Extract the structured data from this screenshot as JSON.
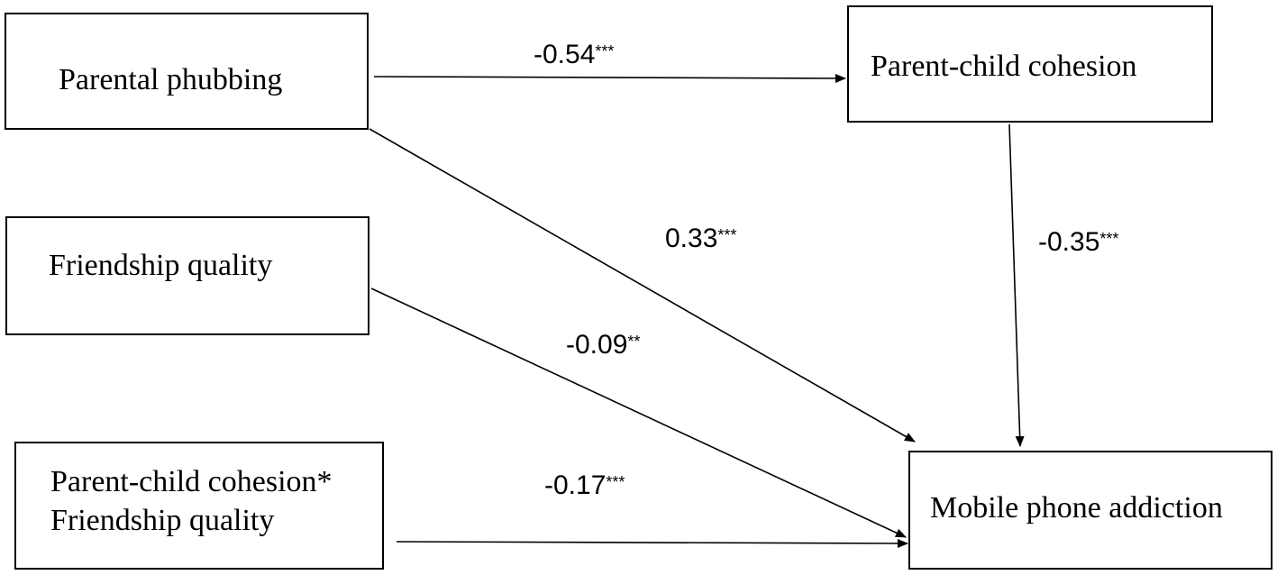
{
  "nodes": {
    "parental_phubbing": "Parental phubbing",
    "parent_child_cohesion": "Parent-child cohesion",
    "friendship_quality": "Friendship quality",
    "interaction_line1": "Parent-child cohesion*",
    "interaction_line2": "Friendship quality",
    "mobile_phone_addiction": "Mobile phone addiction"
  },
  "paths": {
    "pp_to_pcc": {
      "value": "-0.54",
      "sig": "***"
    },
    "pp_to_mpa": {
      "value": "0.33",
      "sig": "***"
    },
    "pcc_to_mpa": {
      "value": "-0.35",
      "sig": "***"
    },
    "fq_to_mpa": {
      "value": "-0.09",
      "sig": "**"
    },
    "int_to_mpa": {
      "value": "-0.17",
      "sig": "***"
    }
  },
  "colors": {
    "line": "#000000",
    "box_border": "#000000",
    "background": "#ffffff"
  }
}
